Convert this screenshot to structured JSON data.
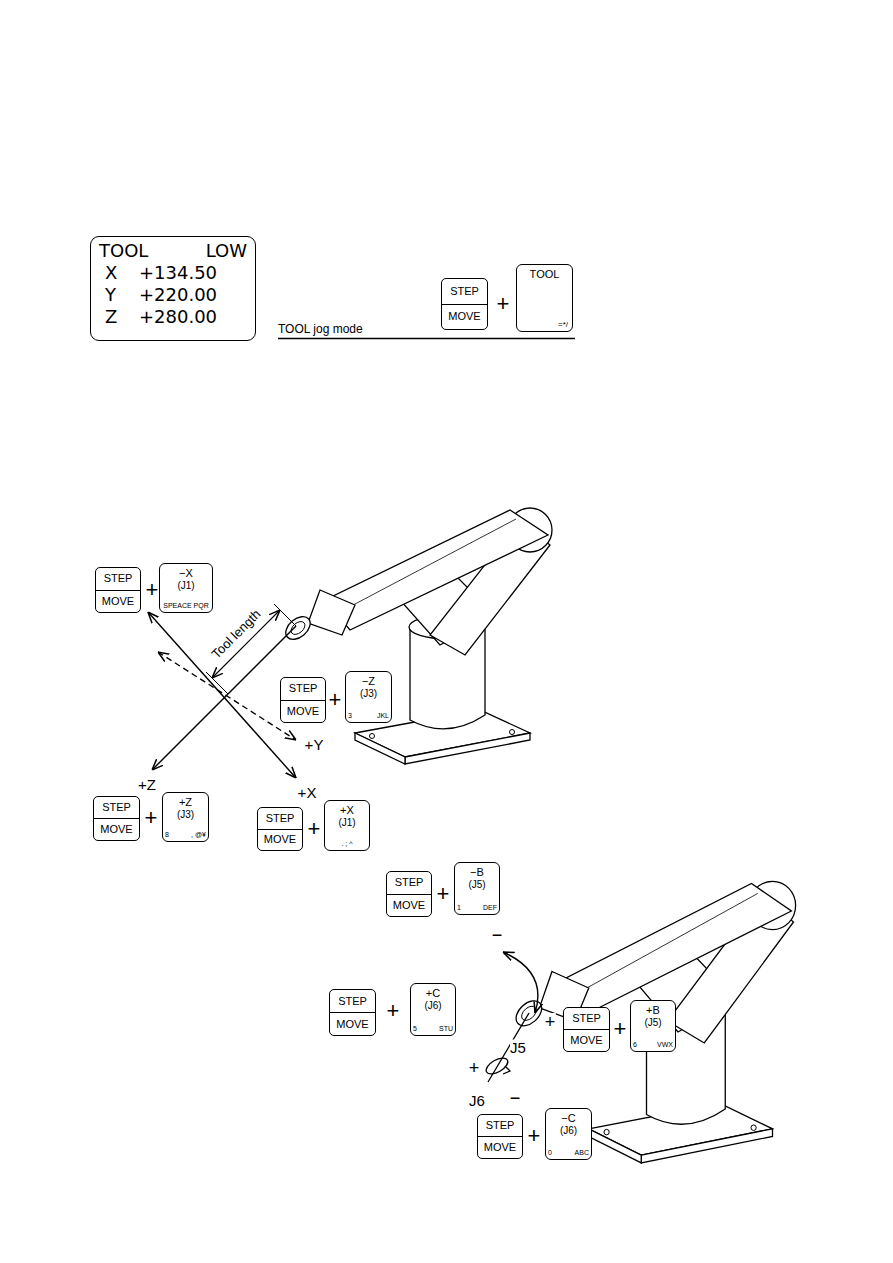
{
  "diagram": {
    "nodes": [
      {
        "text": [
          "TOOL",
          "LOW",
          "X",
          "+134.50",
          "Y",
          "+220.00",
          "Z",
          "+280.00"
        ]
      },
      {
        "text": [
          "STEP",
          "MOVE"
        ]
      },
      {
        "text": [
          "TOOL",
          "=*/"
        ]
      },
      {
        "text": [
          "STEP",
          "MOVE"
        ]
      },
      {
        "text": [
          "−X",
          "(J1)",
          "SPEACE PQR"
        ]
      },
      {
        "text": [
          "STEP",
          "MOVE"
        ]
      },
      {
        "text": [
          "−Z",
          "(J3)",
          "3",
          "JKL"
        ]
      },
      {
        "text": [
          "STEP",
          "MOVE"
        ]
      },
      {
        "text": [
          "+Z",
          "(J3)",
          "8",
          ", @¥"
        ]
      },
      {
        "text": [
          "STEP",
          "MOVE"
        ]
      },
      {
        "text": [
          "+X",
          "(J1)",
          ". ; ^"
        ]
      },
      {
        "text": [
          "STEP",
          "MOVE"
        ]
      },
      {
        "text": [
          "−B",
          "(J5)",
          "1",
          "DEF"
        ]
      },
      {
        "text": [
          "STEP",
          "MOVE"
        ]
      },
      {
        "text": [
          "+C",
          "(J6)",
          "5",
          "STU"
        ]
      },
      {
        "text": [
          "STEP",
          "MOVE"
        ]
      },
      {
        "text": [
          "+B",
          "(J5)",
          "6",
          "VWX"
        ]
      },
      {
        "text": [
          "STEP",
          "MOVE"
        ]
      },
      {
        "text": [
          "−C",
          "(J6)",
          "0",
          "ABC"
        ]
      }
    ],
    "labels": [
      "+",
      "TOOL jog mode",
      "+",
      "Tool length",
      "+",
      "+Y",
      "+Z",
      "+",
      "+X",
      "+",
      "+",
      "−",
      "J5",
      "+",
      "+",
      "+",
      "+",
      "J6",
      "−",
      "+"
    ]
  }
}
